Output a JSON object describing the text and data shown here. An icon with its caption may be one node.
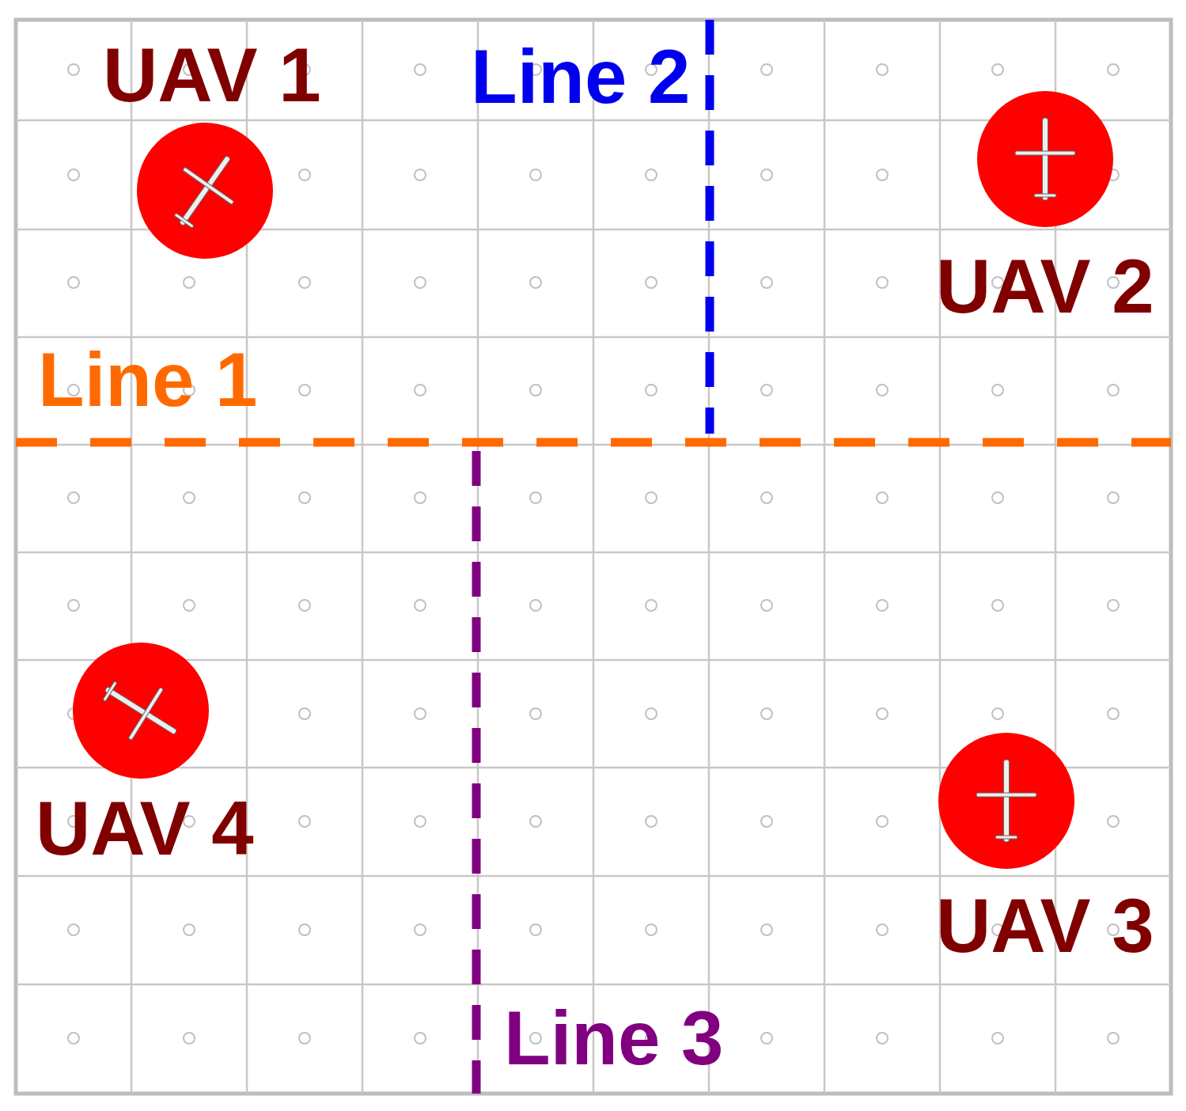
{
  "diagram": {
    "labels": [
      "UAV 1",
      "Line 2",
      "UAV 2",
      "Line 1",
      "UAV 4",
      "UAV 3",
      "Line 3"
    ]
  }
}
